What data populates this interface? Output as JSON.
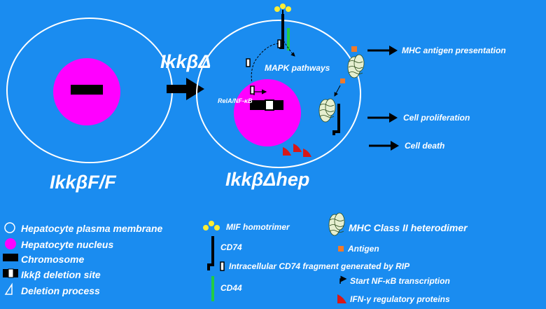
{
  "diagram": {
    "labels": {
      "ikk_delta": "IkkβΔ",
      "left_cell": "IkkβF/F",
      "right_cell": "IkkβΔhep",
      "mapk": "MAPK pathways",
      "rela": "RelA/NF-κB",
      "mhc_out": "MHC antigen presentation",
      "prolif": "Cell proliferation",
      "death": "Cell death"
    },
    "colors": {
      "background": "#1a8cf0",
      "membrane": "#ffffff",
      "nucleus": "#ff00ff",
      "chromosome": "#000000",
      "mif": "#ffee33",
      "cd44": "#22cc44",
      "antigen": "#f07a2a",
      "ifn": "#d81818"
    }
  },
  "legend": {
    "membrane": "Hepatocyte plasma membrane",
    "nucleus": "Hepatocyte nucleus",
    "chromosome": "Chromosome",
    "deletion_site": "Ikkβ deletion site",
    "deletion_process": "Deletion process",
    "mif": "MIF homotrimer",
    "cd74": "CD74",
    "fragment": "Intracellular CD74 fragment generated by RIP",
    "cd44": "CD44",
    "mhc": "MHC Class II heterodimer",
    "antigen": "Antigen",
    "nfkb": "Start NF-κB transcription",
    "ifn": "IFN-γ regulatory proteins"
  }
}
